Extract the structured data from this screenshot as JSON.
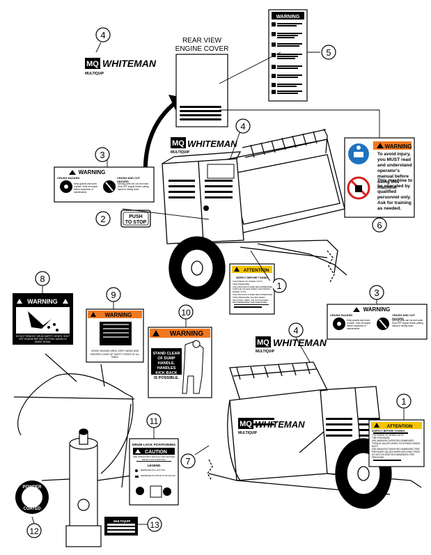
{
  "callouts": [
    "1",
    "2",
    "3",
    "4",
    "5",
    "6",
    "7",
    "8",
    "9",
    "10",
    "11",
    "12",
    "13"
  ],
  "brand": {
    "mq": "MQ",
    "whiteman": "WHITEMAN",
    "multiquip": "MULTIQUIP"
  },
  "rear_view": {
    "line1": "REAR VIEW",
    "line2": "ENGINE COVER"
  },
  "push_to_stop": {
    "line1": "PUSH",
    "line2": "TO STOP"
  },
  "decal_warning_word": "WARNING",
  "decal_attention_word": "ATTENTION",
  "decal_caution_word": "CAUTION",
  "decal3": {
    "left_heading": "CRUSH HAZARD",
    "left_text": "Keep guards and doors in place. Shut off engine before inspection or maintenance.",
    "right_heading": "CRUSH AND CUT HAZARD",
    "right_text": "Moving parts can cut and crush. Shut OFF engine before putting hands in mixing drum."
  },
  "decal6": {
    "text1": "To avoid injury, you MUST read and understand operator's manual before using this machine.",
    "text2": "This machine to be operated by qualified personnel only. Ask for training as needed."
  },
  "decal1": {
    "heading": "INSPECT BEFORE TOWING",
    "items": [
      "TIGHTNESS OF WHEEL NUTS.",
      "TIRE PRESSURE.",
      "USE MANUFACTURER RECOMMENDED TORQUE VALUES WHEN TIGHTENING WHEEL NUTS.",
      "USE MANUFACTURER RECOMMENDED TIRE PRESSURE VALUES WHEN INFLATING TIRES. DO NOT EXCEED RECOMMENDED TIRE PRESSURE."
    ]
  },
  "decal8": {
    "text": "DO NOT REMOVE DRUM SAFETY GRATE. SHUT OFF ENGINE BEFORE PUTTING HANDS IN MIXER DRUM."
  },
  "decal9": {
    "text": "CRUSH HAZARD AREA. KEEP HANDS AND FINGERS CLEAR OF SAFETY GRATE AT ALL TIMES."
  },
  "decal10": {
    "line1": "STAND CLEAR",
    "line2": "OF DUMP",
    "line3": "HANDLE.",
    "line4": "HANDLES",
    "line5": "KICK-BACK",
    "line6": "IS POSSIBLE."
  },
  "decal11": {
    "title": "DRUM LOCK POSITIONING",
    "text": "SEE OPERATOR'S MANUAL FOR PROPER DRUM LOCK POSITION.",
    "legend": "LEGEND",
    "item1": "REPRESENTS LOCK PIN",
    "item2": "REPRESENTS DRUM STOP BLOCK"
  },
  "decal12": {
    "line1": "POWDER",
    "line2": "COATED"
  },
  "decal13": {
    "brand": "MULTIQUIP"
  },
  "colors": {
    "warning_orange": "#f07820",
    "attention_yellow": "#f5c400",
    "mandatory_blue": "#1e73be",
    "prohibit_red": "#d62020",
    "ink": "#000000"
  }
}
